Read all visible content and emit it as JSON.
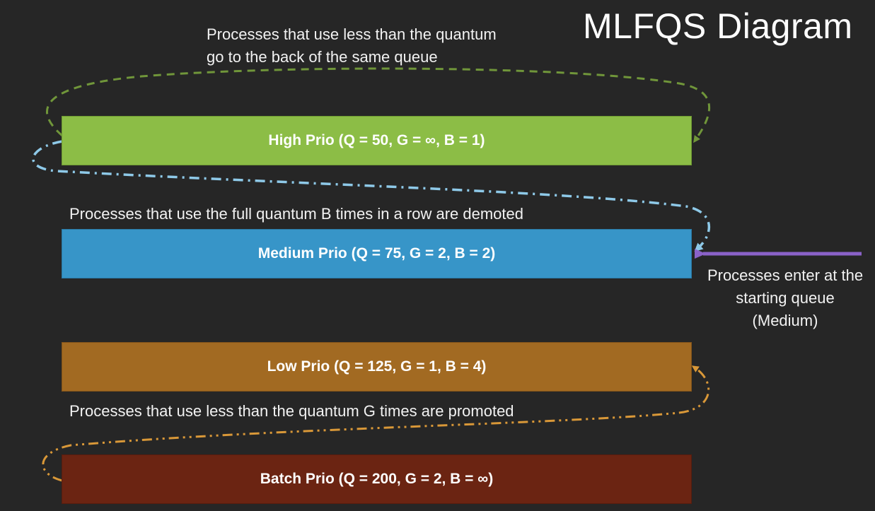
{
  "title": "MLFQS Diagram",
  "queues": [
    {
      "label": "High Prio (Q = 50, G = ∞, B = 1)",
      "color": "#8cbd46"
    },
    {
      "label": "Medium Prio (Q = 75, G = 2, B = 2)",
      "color": "#3795c8"
    },
    {
      "label": "Low Prio (Q = 125, G = 1, B = 4)",
      "color": "#a26a22"
    },
    {
      "label": "Batch Prio (Q = 200, G = 2, B = ∞)",
      "color": "#6b2412"
    }
  ],
  "annotations": {
    "same_queue": [
      "Processes that use less than the quantum",
      "go to the back of the same queue"
    ],
    "demoted": "Processes that use the full quantum B times in a row are demoted",
    "promoted": "Processes that use less than the quantum G times are promoted",
    "enter": [
      "Processes enter at the",
      "starting queue",
      "(Medium)"
    ]
  },
  "arrow_colors": {
    "same_queue": "#70963a",
    "demote": "#8ec9e8",
    "promote": "#d99838",
    "enter": "#8a62c8"
  },
  "background": "#262626"
}
